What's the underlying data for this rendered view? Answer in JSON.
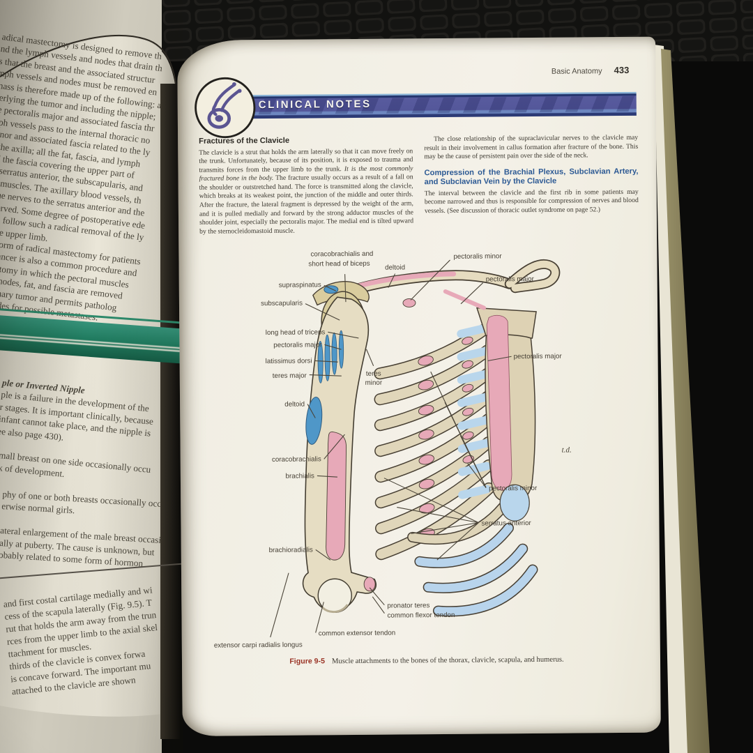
{
  "left_page": {
    "block_mastectomy": {
      "lines": [
        "adical mastectomy is designed to remove th",
        "nd the lymph vessels and nodes that drain th",
        "s that the breast and the associated structur",
        "mph vessels and nodes must be removed en",
        "mass is therefore made up of the following: a",
        "verlying the tumor and including the nipple;",
        "he pectoralis major and associated fascia thr",
        "mph vessels pass to the internal thoracic no",
        "minor and associated fascia related to the ly",
        "to the axilla; all the fat, fascia, and lymph",
        "and the fascia covering the upper part of",
        "the serratus anterior, the subscapularis, and",
        "orsi muscles. The axillary blood vessels, th",
        "nd the nerves to the serratus anterior and the",
        "preserved. Some degree of postoperative ede",
        "ely to follow such a radical removal of the ly",
        "ing the upper limb.",
        "ified form of radical mastectomy for patients",
        "ized cancer is also a common procedure and",
        "mastectomy in which the pectoral muscles",
        "lymph nodes, fat, and fascia are removed",
        "the primary tumor and permits patholog",
        "mph nodes for possible metastases."
      ]
    },
    "block_nipple": {
      "heading": "ple or Inverted Nipple",
      "lines": [
        "ple is a failure in the development of the",
        "r stages. It is important clinically, because",
        "infant cannot take place, and the nipple is",
        "ee also page 430).",
        "",
        "small breast on one side occasionally occu",
        "ck of development."
      ]
    },
    "block_breast": {
      "lines": [
        "phy of one or both breasts occasionally occ",
        "erwise normal girls.",
        "",
        "ateral enlargement of the male breast occasi",
        "ally at puberty. The cause is unknown, but",
        "obably related to some form of hormon"
      ]
    },
    "block_clavicle": {
      "lines": [
        "and first costal cartilage medially and wi",
        "cess of the scapula laterally (Fig. 9.5). T",
        "rut that holds the arm away from the trun",
        "rces from the upper limb to the axial skel",
        "ttachment for muscles.",
        "thirds of the clavicle is convex forwa",
        "is concave forward. The important mu",
        "attached to the clavicle are shown"
      ]
    }
  },
  "right_page": {
    "header": {
      "section_title": "Basic Anatomy",
      "page_number": "433"
    },
    "banner": {
      "title": "CLINICAL NOTES",
      "icon": "stethoscope-icon"
    },
    "left_column": {
      "heading": "Fractures of the Clavicle",
      "para_before_italic": "The clavicle is a strut that holds the arm laterally so that it can move freely on the trunk. Unfortunately, because of its position, it is exposed to trauma and transmits forces from the upper limb to the trunk. ",
      "para_italic": "It is the most commonly fractured bone in the body.",
      "para_after_italic": " The fracture usually occurs as a result of a fall on the shoulder or outstretched hand. The force is transmitted along the clavicle, which breaks at its weakest point, the junction of the middle and outer thirds. After the fracture, the lateral fragment is depressed by the weight of the arm, and it is pulled medially and forward by the strong adductor muscles of the shoulder joint, especially the pectoralis major. The medial end is tilted upward by the sternocleidomastoid muscle."
    },
    "right_column": {
      "para_1": "The close relationship of the supraclavicular nerves to the clavicle may result in their involvement in callus formation after fracture of the bone. This may be the cause of persistent pain over the side of the neck.",
      "heading": "Compression of the Brachial Plexus, Subclavian Artery, and Subclavian Vein by the Clavicle",
      "para_2": "The interval between the clavicle and the first rib in some patients may become narrowed and thus is responsible for compression of nerves and blood vessels. (See discussion of thoracic outlet syndrome on page 52.)"
    },
    "figure": {
      "caption_label": "Figure 9-5",
      "caption_text": "Muscle attachments to the bones of the thorax, clavicle, scapula, and humerus.",
      "signature": "t.d.",
      "labels": [
        "coracobrachialis and",
        "short head of biceps",
        "deltoid",
        "pectoralis minor",
        "pectoralis major",
        "supraspinatus",
        "subscapularis",
        "long head of triceps",
        "pectoralis major",
        "latissimus dorsi",
        "teres major",
        "teres",
        "minor",
        "pectoralis major",
        "deltoid",
        "coracobrachialis",
        "brachialis",
        "pectoralis minor",
        "serratus anterior",
        "brachioradialis",
        "pronator teres",
        "common flexor tendon",
        "common extensor tendon",
        "extensor carpi radialis longus"
      ]
    }
  },
  "colors": {
    "banner_purple": "#54579a",
    "banner_edge_blue": "#8ab3d6",
    "heading_blue": "#2d5a94",
    "caption_red": "#9a3325",
    "green_band": "#1f7a5e",
    "figure_pink": "#e7a9b8",
    "figure_blue": "#4f97c8",
    "cartilage_blue": "#b9d6ec",
    "bone_cream": "#e3dabf",
    "page_cream": "#f2efe4"
  }
}
